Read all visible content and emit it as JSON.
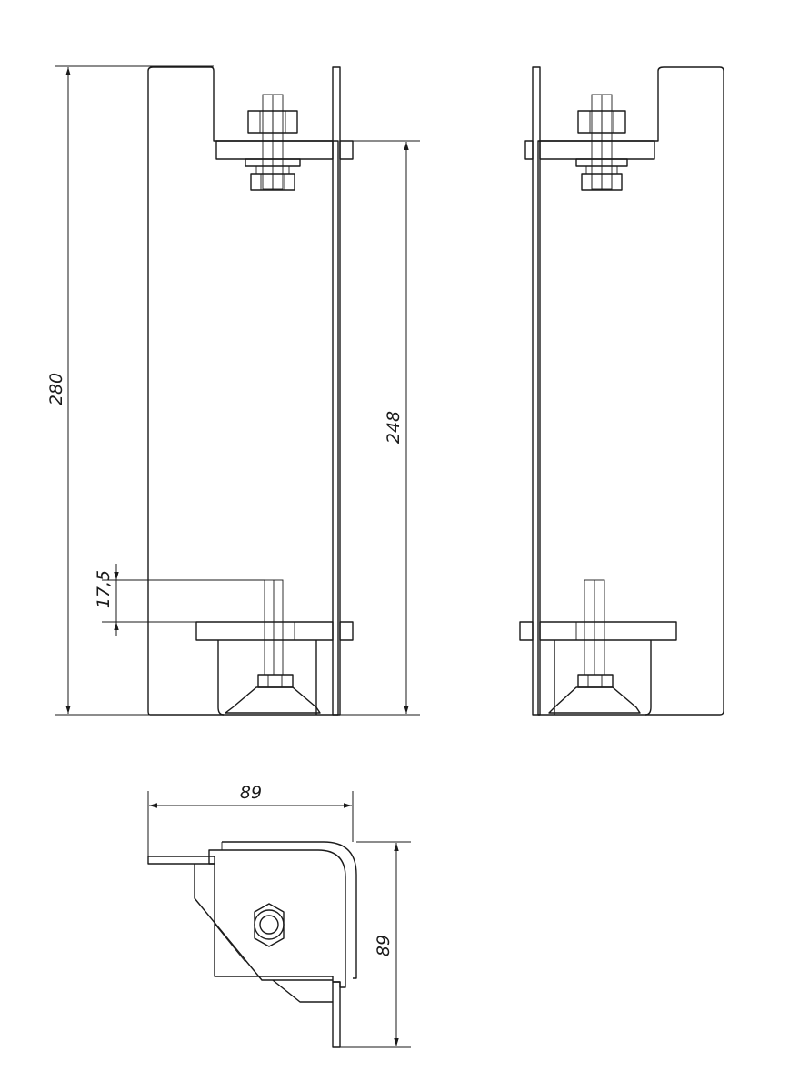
{
  "dimensions": {
    "overall_height": "280",
    "plate_height": "248",
    "foot_adjust": "17,5",
    "top_width": "89",
    "top_depth": "89"
  }
}
